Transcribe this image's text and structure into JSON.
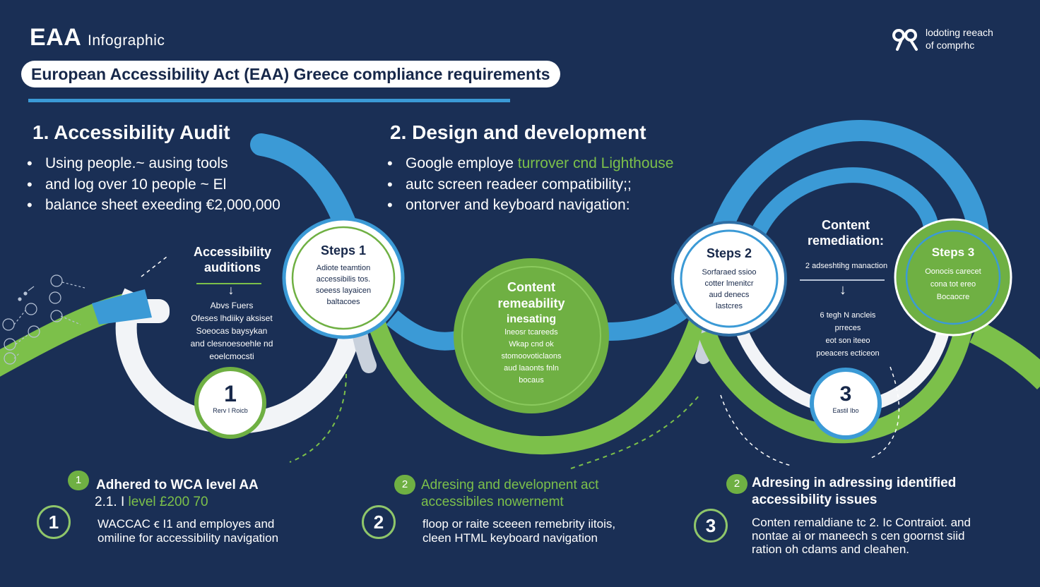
{
  "header": {
    "brand": "EAA",
    "brand_sub": "Infographic",
    "title": "European Accessibility Act (EAA) Greece  compliance requirements",
    "logo_text_line1": "lodoting reeach",
    "logo_text_line2": "of comprhc",
    "logo_icon": "qr-logo-icon"
  },
  "sections": [
    {
      "title": "1. Accessibility Audit",
      "bullets": [
        "Using people.~ ausing tools",
        "and log over 10 people ~ El",
        "balance sheet exeeding €2,000,000"
      ]
    },
    {
      "title": "2. Design and development",
      "bullets_plain": [
        "Google employe ",
        "autc screen readeer compatibility;;",
        "ontorver and keyboard navigation:"
      ],
      "bullet1_highlight": "turrover cnd Lighthouse"
    }
  ],
  "diagram": {
    "left_heading": [
      "Accessibility",
      "auditions"
    ],
    "left_arrow": "↓",
    "left_body": [
      "Abvs   Fuers",
      "Ofeses lhdiiky aksiset",
      "Soeocas baysykan",
      "and clesnoesoehle nd",
      "eoelcmocsti"
    ],
    "step1": {
      "title": "Steps 1",
      "body": [
        "Adiote teamtion",
        "accessibilis tos.",
        "soeess layaicen",
        "baltacoes"
      ]
    },
    "center": {
      "title": [
        "Content",
        "remeability",
        "inesating"
      ],
      "body": [
        "lneosr tcareeds",
        "Wkap cnd ok",
        "stomoovoticlaons",
        "aud laaonts fnln",
        "bocaus"
      ]
    },
    "step2": {
      "title": "Steps 2",
      "body": [
        "Sorfaraed ssioo",
        "cotter lmenitcr",
        "aud denecs",
        "lastcres"
      ]
    },
    "right_heading": [
      "Content",
      "remediation:"
    ],
    "right_sub": "2 adseshtihg manaction",
    "right_arrow": "↓",
    "right_body": [
      "6 tegh N ancleis",
      "prreces",
      "eot son iteeo",
      "poeacers ecticeon"
    ],
    "step3": {
      "title": "Steps 3",
      "body": [
        "Oonocis carecet",
        "cona tot ereo",
        "Bocaocre"
      ]
    },
    "num1": {
      "number": "1",
      "label": "Rerv I Roicb"
    },
    "num3": {
      "number": "3",
      "label": "Eastil Ibo"
    }
  },
  "bottom": [
    {
      "badge": "1",
      "number": "1",
      "title_lines": [
        "Adhered to WCA level AA"
      ],
      "subtitle_prefix": "2.1.  I ",
      "subtitle_green": "level £200 70",
      "body": [
        "WACCAC ꞓ I1 and employes and",
        "omiline for accessibility navigation"
      ]
    },
    {
      "badge": "2",
      "number": "2",
      "title_lines": [
        "Adresing and developnent act",
        "accessibiles nowernemt"
      ],
      "body": [
        "floop or raite sceeen remebrity iitois,",
        "cleen HTML  keyboard navigation"
      ]
    },
    {
      "badge": "2",
      "number": "3",
      "title_lines": [
        "Adresing in adressing identified",
        "accessibility issues"
      ],
      "body": [
        "Conten remaldiane tc 2. Ic Contraiot. and",
        "nontae ai or maneech s cen goornst siid",
        "ration oh cdams and cleahen."
      ]
    }
  ],
  "colors": {
    "background": "#1a2f55",
    "blue_arc": "#3b9ad6",
    "green_arc": "#7cc04a",
    "white_arc": "#f2f4f7",
    "green_fill": "#6fb043",
    "dark_text": "#17284a"
  }
}
